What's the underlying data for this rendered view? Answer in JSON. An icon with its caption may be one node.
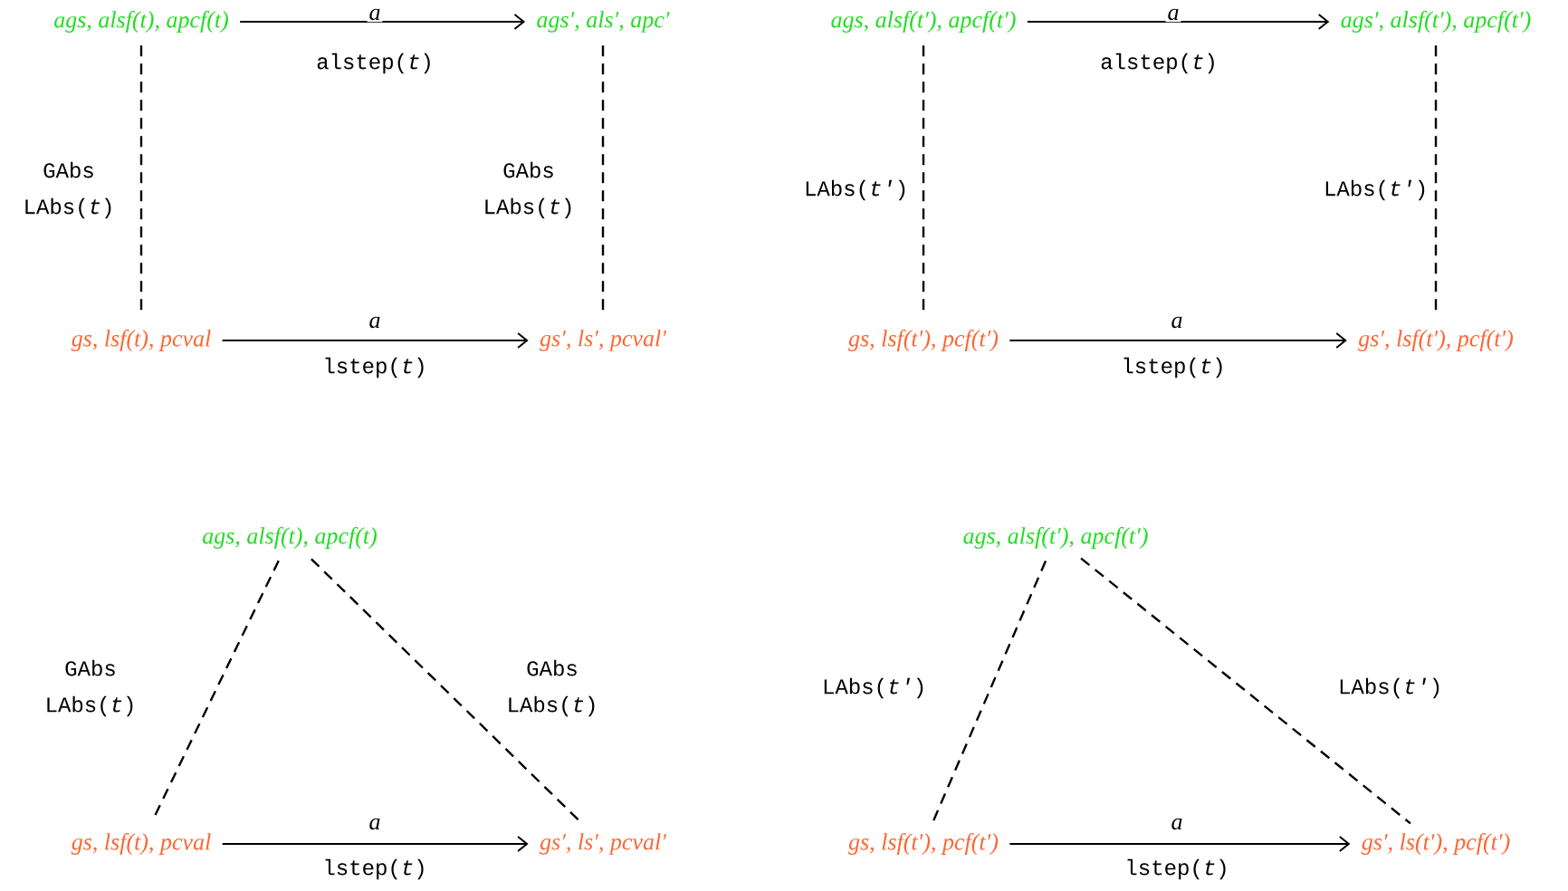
{
  "diagram": {
    "nodes": [
      {
        "text": [
          "ags, alsf(t), apcf(t)"
        ]
      },
      {
        "text": [
          "ags′, als′, apc′"
        ]
      },
      {
        "text": [
          "gs, lsf(t), pcval"
        ]
      },
      {
        "text": [
          "gs′, ls′, pcval′"
        ]
      },
      {
        "text": [
          "ags, alsf(t′), apcf(t′)"
        ]
      },
      {
        "text": [
          "ags′, alsf(t′), apcf(t′)"
        ]
      },
      {
        "text": [
          "gs, lsf(t′), pcf(t′)"
        ]
      },
      {
        "text": [
          "gs′, lsf(t′), pcf(t′)"
        ]
      },
      {
        "text": [
          "ags, alsf(t), apcf(t)"
        ]
      },
      {
        "text": [
          "gs, lsf(t), pcval"
        ]
      },
      {
        "text": [
          "gs′, ls′, pcval′"
        ]
      },
      {
        "text": [
          "ags, alsf(t′), apcf(t′)"
        ]
      },
      {
        "text": [
          "gs, lsf(t′), pcf(t′)"
        ]
      },
      {
        "text": [
          "gs′, ls(t′), pcf(t′)"
        ]
      }
    ],
    "edges": [
      {
        "from": 0,
        "to": 1,
        "arrow": "to",
        "label": "a"
      },
      {
        "from": 2,
        "to": 3,
        "arrow": "to",
        "label": "a"
      },
      {
        "from": 0,
        "to": 2,
        "arrow": "none",
        "style": "dashed",
        "label": "GAbs LAbs(*t*)"
      },
      {
        "from": 1,
        "to": 3,
        "arrow": "none",
        "style": "dashed",
        "label": "GAbs LAbs(*t*)"
      },
      {
        "from": 4,
        "to": 5,
        "arrow": "to",
        "label": "a"
      },
      {
        "from": 6,
        "to": 7,
        "arrow": "to",
        "label": "a"
      },
      {
        "from": 4,
        "to": 6,
        "arrow": "none",
        "style": "dashed",
        "label": "LAbs(*t′*)"
      },
      {
        "from": 5,
        "to": 7,
        "arrow": "none",
        "style": "dashed",
        "label": "LAbs(*t′*)"
      },
      {
        "from": 9,
        "to": 10,
        "arrow": "to",
        "label": "a"
      },
      {
        "from": 8,
        "to": 9,
        "arrow": "none",
        "style": "dashed",
        "label": "GAbs LAbs(*t*)"
      },
      {
        "from": 8,
        "to": 10,
        "arrow": "none",
        "style": "dashed",
        "label": "GAbs LAbs(*t*)"
      },
      {
        "from": 12,
        "to": 13,
        "arrow": "to",
        "label": "a"
      },
      {
        "from": 11,
        "to": 12,
        "arrow": "none",
        "style": "dashed",
        "label": "LAbs(*t′*)"
      },
      {
        "from": 11,
        "to": 13,
        "arrow": "none",
        "style": "dashed",
        "label": "LAbs(*t′*)"
      }
    ],
    "labels": [
      "alstep(*t*)",
      "alstep(*t*)",
      "lstep(*t*)",
      "lstep(*t*)",
      "lstep(*t*)",
      "lstep(*t*)"
    ]
  }
}
